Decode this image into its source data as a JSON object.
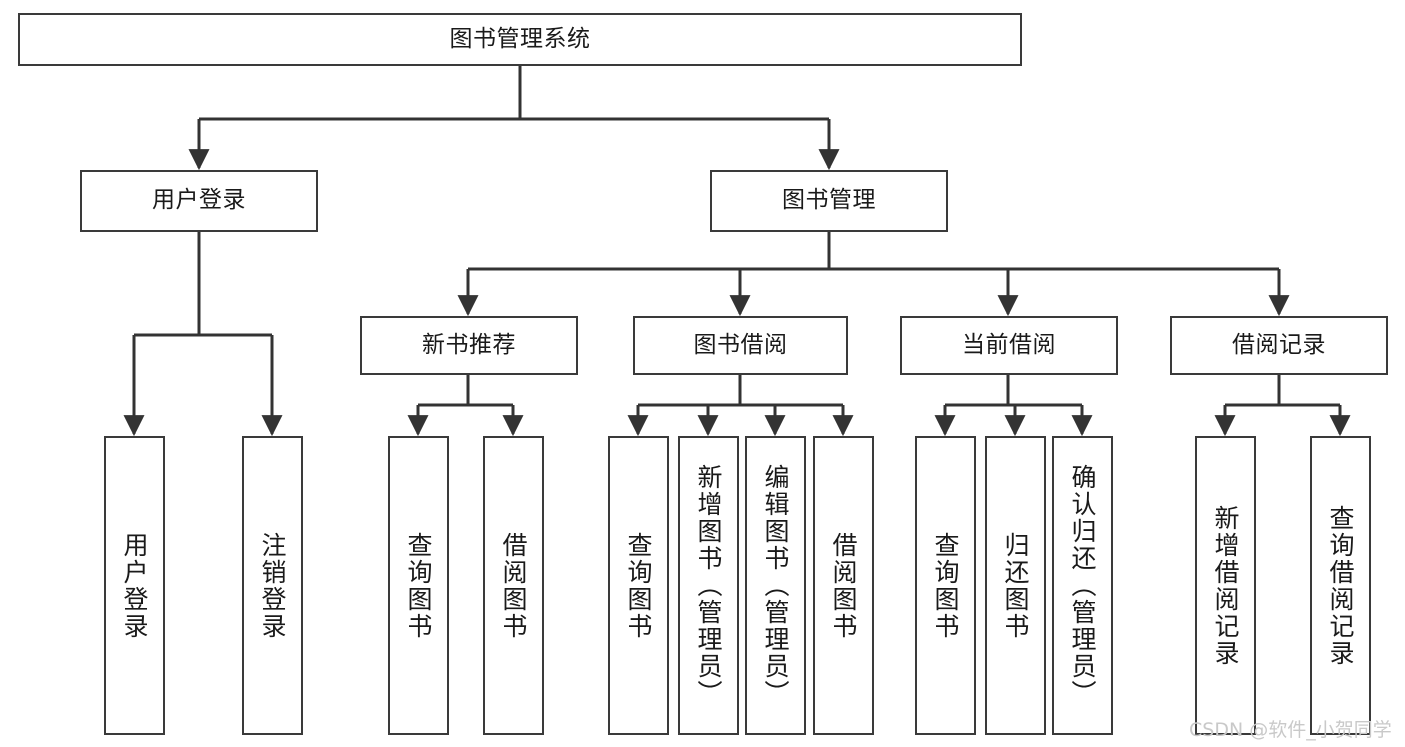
{
  "diagram": {
    "title": "图书管理系统",
    "type": "功能结构图",
    "root": {
      "id": "root",
      "label": "图书管理系统"
    },
    "level2": [
      {
        "id": "user-login",
        "label": "用户登录"
      },
      {
        "id": "book-manage",
        "label": "图书管理"
      }
    ],
    "level3": [
      {
        "id": "new-book-recommend",
        "label": "新书推荐",
        "parent": "book-manage"
      },
      {
        "id": "book-borrow",
        "label": "图书借阅",
        "parent": "book-manage"
      },
      {
        "id": "current-borrow",
        "label": "当前借阅",
        "parent": "book-manage"
      },
      {
        "id": "borrow-record",
        "label": "借阅记录",
        "parent": "book-manage"
      }
    ],
    "leaves": [
      {
        "id": "leaf-user-login",
        "label": "用户登录",
        "parent": "user-login"
      },
      {
        "id": "leaf-user-logout",
        "label": "注销登录",
        "parent": "user-login"
      },
      {
        "id": "leaf-query-book-1",
        "label": "查询图书",
        "parent": "new-book-recommend"
      },
      {
        "id": "leaf-borrow-book-1",
        "label": "借阅图书",
        "parent": "new-book-recommend"
      },
      {
        "id": "leaf-query-book-2",
        "label": "查询图书",
        "parent": "book-borrow"
      },
      {
        "id": "leaf-add-book",
        "label": "新增图书（管理员）",
        "parent": "book-borrow"
      },
      {
        "id": "leaf-edit-book",
        "label": "编辑图书（管理员）",
        "parent": "book-borrow"
      },
      {
        "id": "leaf-borrow-book-2",
        "label": "借阅图书",
        "parent": "book-borrow"
      },
      {
        "id": "leaf-query-book-3",
        "label": "查询图书",
        "parent": "current-borrow"
      },
      {
        "id": "leaf-return-book",
        "label": "归还图书",
        "parent": "current-borrow"
      },
      {
        "id": "leaf-confirm-return",
        "label": "确认归还（管理员）",
        "parent": "current-borrow"
      },
      {
        "id": "leaf-add-record",
        "label": "新增借阅记录",
        "parent": "borrow-record"
      },
      {
        "id": "leaf-query-record",
        "label": "查询借阅记录",
        "parent": "borrow-record"
      }
    ]
  },
  "watermark": {
    "text": "CSDN @软件_小贺同学"
  },
  "colors": {
    "background": "#ffffff",
    "box_border": "#3a3a3a",
    "box_fill": "#ffffff",
    "text": "#1a1a1a",
    "connector": "#333333",
    "watermark": "#c9c9c9"
  }
}
